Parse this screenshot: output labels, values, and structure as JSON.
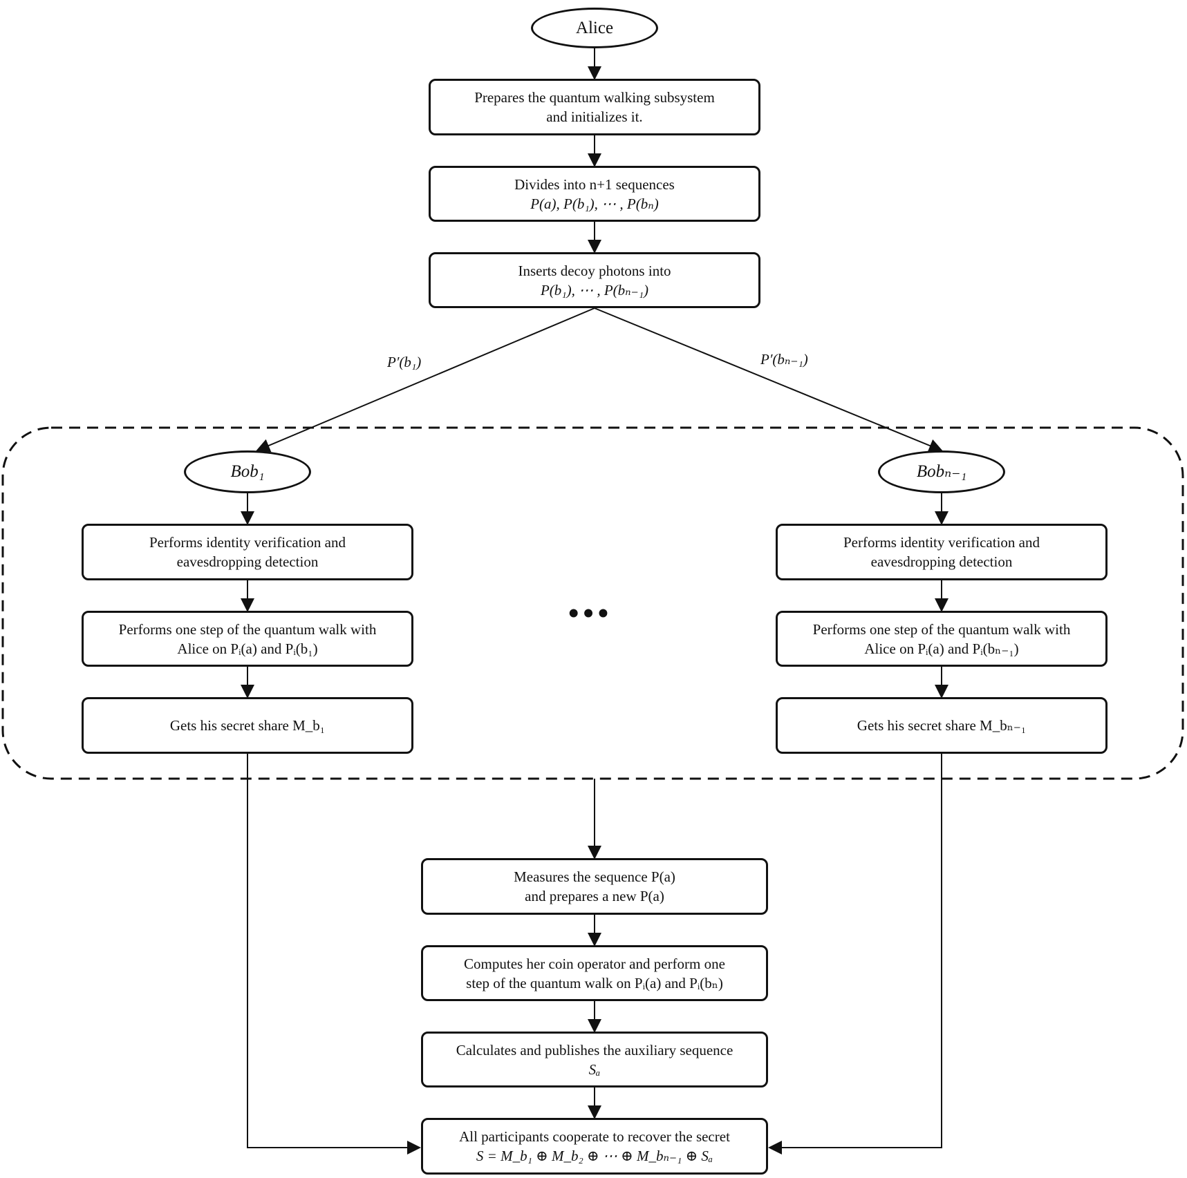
{
  "alice": "Alice",
  "prepare": [
    "Prepares the quantum walking subsystem",
    "and initializes it."
  ],
  "divide": [
    "Divides into n+1 sequences",
    "P(a), P(b₁), ⋯ , P(bₙ)"
  ],
  "insert": [
    "Inserts decoy photons into",
    "P(b₁), ⋯ , P(bₙ₋₁)"
  ],
  "label_left": "P′(b₁)",
  "label_right": "P′(bₙ₋₁)",
  "bob1": "Bob₁",
  "bobn": "Bobₙ₋₁",
  "verify_left": [
    "Performs identity verification and",
    "eavesdropping detection"
  ],
  "verify_right": [
    "Performs identity verification and",
    "eavesdropping detection"
  ],
  "walk_left": [
    "Performs one step of the quantum walk with",
    "Alice on Pᵢ(a) and Pᵢ(b₁)"
  ],
  "walk_right": [
    "Performs one step of the quantum walk with",
    "Alice on Pᵢ(a) and Pᵢ(bₙ₋₁)"
  ],
  "share_left": "Gets his secret share M_b₁",
  "share_right": "Gets his secret share M_bₙ₋₁",
  "ellipsis": "•••",
  "measure": [
    "Measures the sequence P(a)",
    "and prepares a new P(a)"
  ],
  "compute": [
    "Computes her coin operator and perform one",
    "step of the quantum walk on Pᵢ(a) and Pᵢ(bₙ)"
  ],
  "publish": [
    "Calculates and publishes the auxiliary sequence",
    "Sₐ"
  ],
  "recover": [
    "All participants cooperate to recover the secret",
    "S = M_b₁ ⊕ M_b₂ ⊕ ⋯ ⊕ M_bₙ₋₁ ⊕ Sₐ"
  ]
}
